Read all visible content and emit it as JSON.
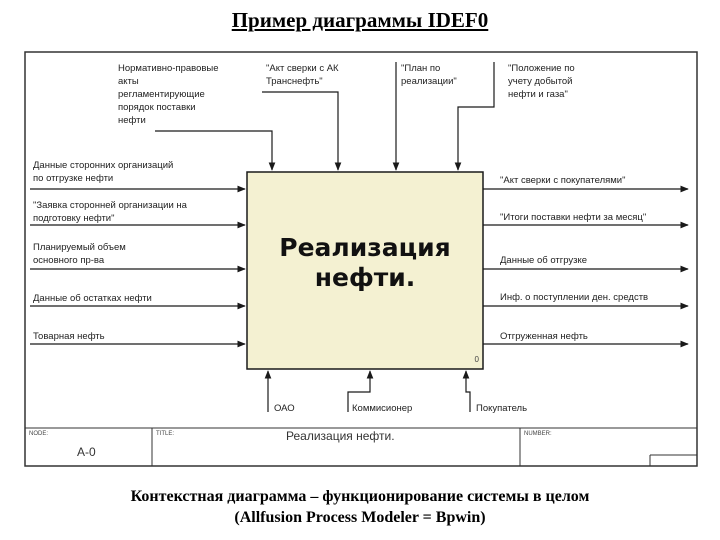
{
  "title": "Пример диаграммы IDEF0",
  "caption": {
    "line1": "Контекстная диаграмма – функционирование системы в целом",
    "line2": "(Allfusion Process Modeler = Bpwin)"
  },
  "box": {
    "title_line1": "Реализация",
    "title_line2": "нефти.",
    "number": "0"
  },
  "controls": [
    {
      "lines": [
        "Нормативно-правовые",
        "акты",
        "регламентирующие",
        "порядок поставки",
        "нефти"
      ]
    },
    {
      "lines": [
        "\"Акт сверки с АК",
        "Транснефть\""
      ]
    },
    {
      "lines": [
        "\"План по",
        "реализации\""
      ]
    },
    {
      "lines": [
        "\"Положение по",
        "учету добытой",
        "нефти и газа\""
      ]
    }
  ],
  "inputs": [
    {
      "lines": [
        "Данные сторонних организаций",
        "по отгрузке нефти"
      ]
    },
    {
      "lines": [
        "\"Заявка сторонней организации на",
        "подготовку нефти\""
      ]
    },
    {
      "lines": [
        "Планируемый объем",
        "основного пр-ва"
      ]
    },
    {
      "lines": [
        "Данные об остатках нефти"
      ]
    },
    {
      "lines": [
        "Товарная нефть"
      ]
    }
  ],
  "outputs": [
    {
      "lines": [
        "\"Акт сверки с покупателями\""
      ]
    },
    {
      "lines": [
        "\"Итоги поставки нефти за месяц\""
      ]
    },
    {
      "lines": [
        "Данные об отгрузке"
      ]
    },
    {
      "lines": [
        "Инф. о поступлении ден. средств"
      ]
    },
    {
      "lines": [
        "Отгруженная нефть"
      ]
    }
  ],
  "mechanisms": [
    {
      "lines": [
        "ОАО"
      ]
    },
    {
      "lines": [
        "Коммисионер"
      ]
    },
    {
      "lines": [
        "Покупатель"
      ]
    }
  ],
  "footer": {
    "node_label": "NODE:",
    "node_value": "A-0",
    "title_label": "TITLE:",
    "title_value": "Реализация нефти.",
    "number_label": "NUMBER:"
  },
  "colors": {
    "box_fill": "#f4f1d2",
    "line": "#1a1a1a",
    "frame": "#333333"
  }
}
